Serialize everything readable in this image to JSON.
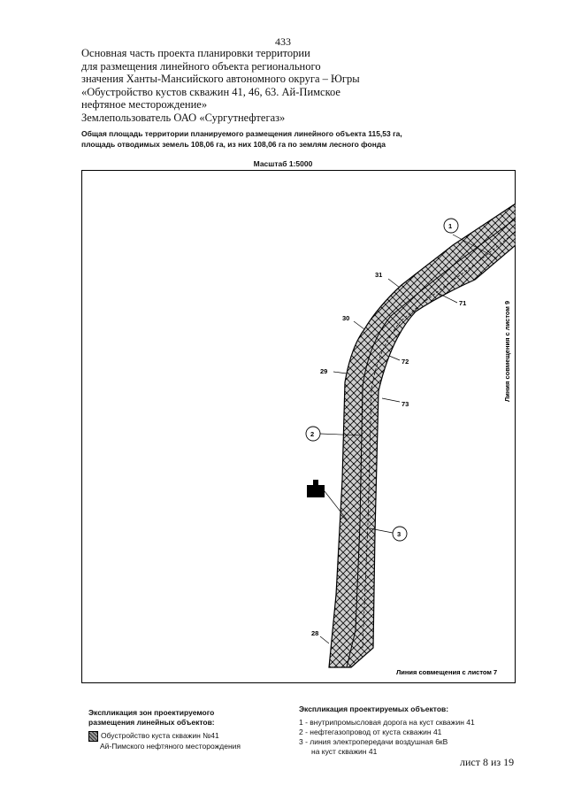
{
  "page_number": "433",
  "heading": [
    "Основная часть проекта планировки территории",
    "для размещения линейного объекта регионального",
    "значения Ханты-Мансийского автономного округа – Югры",
    "«Обустройство кустов скважин 41, 46, 63. Ай-Пимское",
    "нефтяное месторождение»",
    "Землепользователь ОАО «Сургутнефтегаз»"
  ],
  "summary": [
    "Общая площадь территории планируемого размещения линейного объекта 115,53 га,",
    "площадь отводимых земель 108,06 га, из них 108,06 га по землям лесного фонда"
  ],
  "scale": "Масштаб 1:5000",
  "map": {
    "match_line_right": "Линия совмещения с листом 9",
    "match_line_bottom": "Линия совмещения с листом 7",
    "point_labels": [
      "31",
      "71",
      "30",
      "29",
      "72",
      "73",
      "28"
    ],
    "callouts": [
      "1",
      "2",
      "3"
    ]
  },
  "legend_zones": {
    "title_1": "Экспликация зон проектируемого",
    "title_2": "размещения линейных объектов:",
    "item_1": "Обустройство куста скважин №41",
    "item_2": "Ай-Пимского нефтяного месторождения"
  },
  "legend_objects": {
    "title": "Экспликация проектируемых объектов:",
    "items": [
      "1 - внутрипромысловая дорога на куст скважин 41",
      "2 - нефтегазопровод от куста скважин 41",
      "3 - линия электропередачи воздушная 6кВ",
      "на куст скважин 41"
    ]
  },
  "sheet": "лист 8 из 19"
}
